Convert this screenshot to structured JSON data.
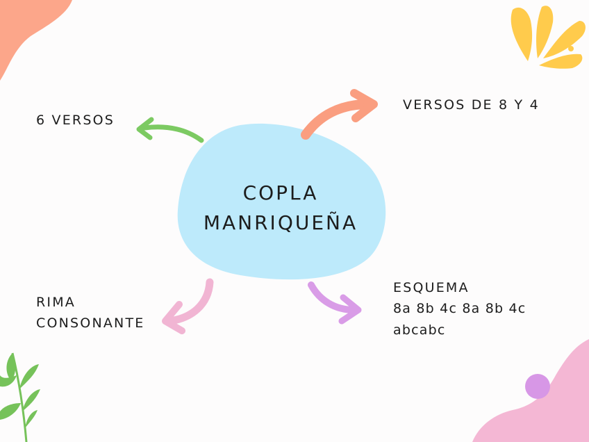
{
  "diagram": {
    "center": {
      "line1": "COPLA",
      "line2": "MANRIQUEÑA"
    },
    "branches": {
      "top_left": {
        "text": "6 VERSOS"
      },
      "top_right": {
        "text": "VERSOS DE 8 Y 4"
      },
      "bottom_left": {
        "line1": "RIMA",
        "line2": "CONSONANTE"
      },
      "bottom_right": {
        "line1": "ESQUEMA",
        "line2": "8a 8b 4c 8a 8b 4c",
        "line3": "abcabc"
      }
    }
  },
  "colors": {
    "background": "#fdfcfc",
    "blob": "#bdeafb",
    "arrow_green": "#7cca62",
    "arrow_orange": "#fa9e80",
    "arrow_pink": "#f1b5d3",
    "arrow_purple": "#d99ce7",
    "deco_orange": "#fca68a",
    "deco_yellow": "#ffcb4c",
    "deco_pink": "#f4b7d4",
    "deco_purple": "#d797e6",
    "deco_leaf": "#76c25a"
  }
}
